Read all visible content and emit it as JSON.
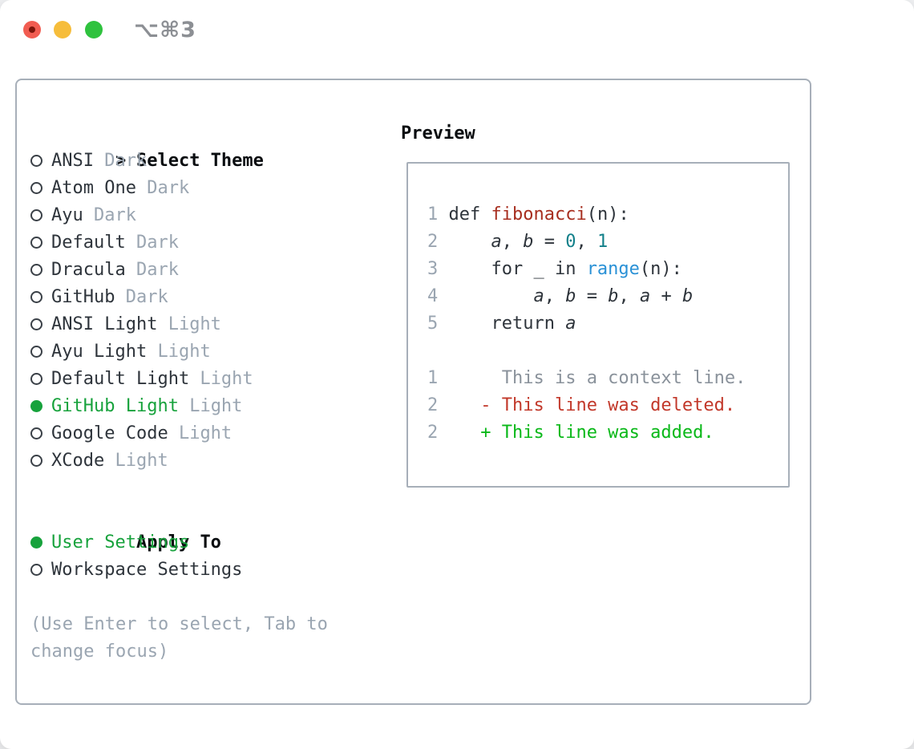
{
  "window": {
    "title": "⌥⌘3"
  },
  "colors": {
    "ink": "#2e343b",
    "black": "#0a0d10",
    "muted": "#9aa5b1",
    "context": "#8a929b",
    "green": "#17a23c",
    "green_add": "#09b818",
    "red_del": "#c2382a",
    "func_red": "#a72e1f",
    "num_teal": "#12808a",
    "call_blue": "#2a91d6",
    "border": "#a7afb9",
    "circle": "#3a4047",
    "title_gray": "#8c8f94",
    "light_red": "#f15c51",
    "light_yellow": "#f6bd3b",
    "light_green": "#2fc23e"
  },
  "theme_picker": {
    "cursor": ">",
    "header": "Select Theme",
    "themes": [
      {
        "name": "ANSI",
        "variant": "Dark",
        "selected": false
      },
      {
        "name": "Atom One",
        "variant": "Dark",
        "selected": false
      },
      {
        "name": "Ayu",
        "variant": "Dark",
        "selected": false
      },
      {
        "name": "Default",
        "variant": "Dark",
        "selected": false
      },
      {
        "name": "Dracula",
        "variant": "Dark",
        "selected": false
      },
      {
        "name": "GitHub",
        "variant": "Dark",
        "selected": false
      },
      {
        "name": "ANSI Light",
        "variant": "Light",
        "selected": false
      },
      {
        "name": "Ayu Light",
        "variant": "Light",
        "selected": false
      },
      {
        "name": "Default Light",
        "variant": "Light",
        "selected": false
      },
      {
        "name": "GitHub Light",
        "variant": "Light",
        "selected": true
      },
      {
        "name": "Google Code",
        "variant": "Light",
        "selected": false
      },
      {
        "name": "XCode",
        "variant": "Light",
        "selected": false
      }
    ],
    "apply_header": "Apply To",
    "apply_options": [
      {
        "label": "User Settings",
        "selected": true
      },
      {
        "label": "Workspace Settings",
        "selected": false
      }
    ],
    "hint": "(Use Enter to select, Tab to change focus)"
  },
  "preview": {
    "header": "Preview",
    "code_lines": [
      {
        "number": "1",
        "segments": [
          [
            "def ",
            "plain"
          ],
          [
            "fibonacci",
            "func"
          ],
          [
            "(n):",
            "plain"
          ]
        ]
      },
      {
        "number": "2",
        "segments": [
          [
            "    ",
            "plain"
          ],
          [
            "a",
            "var"
          ],
          [
            ", ",
            "plain"
          ],
          [
            "b",
            "var"
          ],
          [
            " = ",
            "plain"
          ],
          [
            "0",
            "num"
          ],
          [
            ", ",
            "plain"
          ],
          [
            "1",
            "num"
          ]
        ]
      },
      {
        "number": "3",
        "segments": [
          [
            "    for _ in ",
            "plain"
          ],
          [
            "range",
            "call"
          ],
          [
            "(n):",
            "plain"
          ]
        ]
      },
      {
        "number": "4",
        "segments": [
          [
            "        ",
            "plain"
          ],
          [
            "a",
            "var"
          ],
          [
            ", ",
            "plain"
          ],
          [
            "b",
            "var"
          ],
          [
            " = ",
            "plain"
          ],
          [
            "b",
            "var"
          ],
          [
            ", ",
            "plain"
          ],
          [
            "a",
            "var"
          ],
          [
            " + ",
            "plain"
          ],
          [
            "b",
            "var"
          ]
        ]
      },
      {
        "number": "5",
        "segments": [
          [
            "    return ",
            "plain"
          ],
          [
            "a",
            "var"
          ]
        ]
      }
    ],
    "diff_lines": [
      {
        "number": "1",
        "marker": " ",
        "text": "This is a context line.",
        "type": "context"
      },
      {
        "number": "2",
        "marker": "-",
        "text": "This line was deleted.",
        "type": "deleted"
      },
      {
        "number": "2",
        "marker": "+",
        "text": "This line was added.",
        "type": "added"
      }
    ]
  }
}
